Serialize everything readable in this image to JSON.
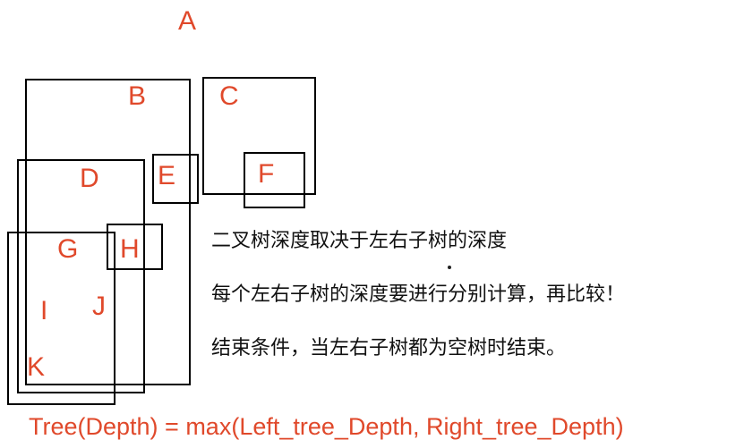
{
  "nodes": {
    "A": "A",
    "B": "B",
    "C": "C",
    "D": "D",
    "E": "E",
    "F": "F",
    "G": "G",
    "H": "H",
    "I": "I",
    "J": "J",
    "K": "K"
  },
  "notes": [
    "二叉树深度取决于左右子树的深度",
    "每个左右子树的深度要进行分别计算，再比较！",
    "结束条件，当左右子树都为空树时结束。"
  ],
  "formula": "Tree(Depth) = max(Left_tree_Depth, Right_tree_Depth)",
  "colors": {
    "label": "#e0492b",
    "box": "#000000",
    "text": "#111111"
  }
}
